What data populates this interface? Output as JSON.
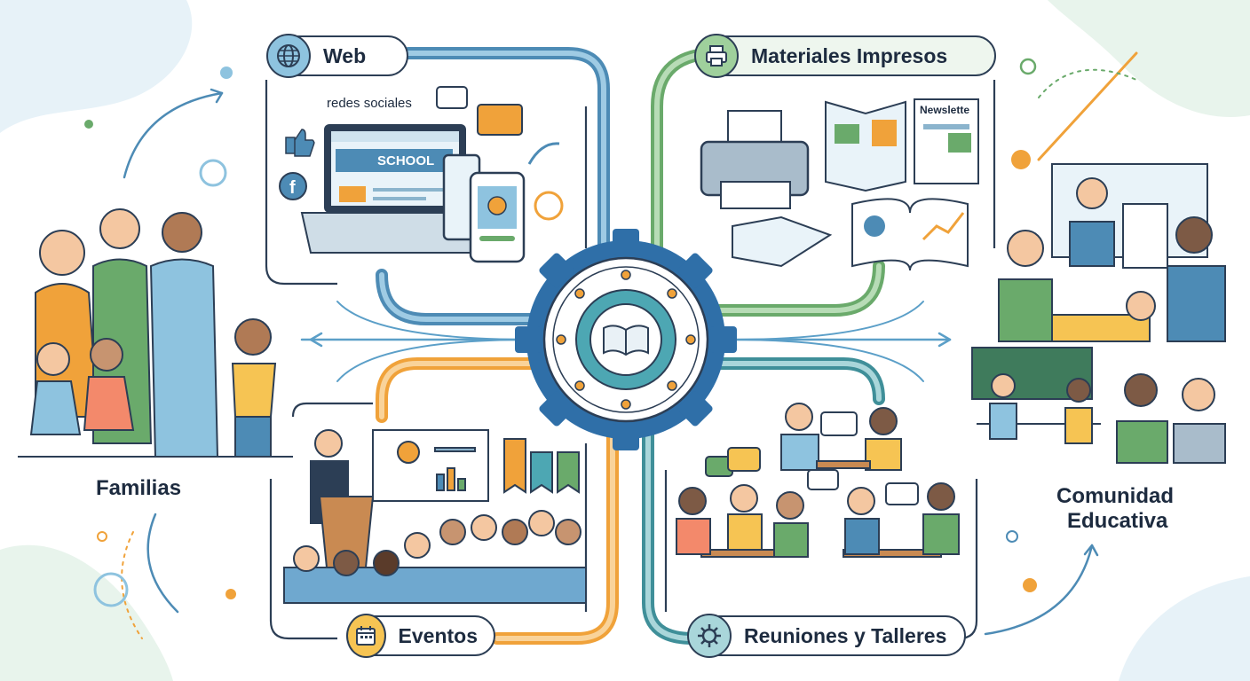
{
  "nodes": {
    "familias": {
      "label": "Familias"
    },
    "comunidad": {
      "label_line1": "Comunidad",
      "label_line2": "Educativa"
    },
    "web": {
      "label": "Web",
      "icon": "globe-icon"
    },
    "materiales": {
      "label": "Materiales Impresos",
      "icon": "printer-icon"
    },
    "eventos": {
      "label": "Eventos",
      "icon": "calendar-icon"
    },
    "reuniones": {
      "label": "Reuniones y Talleres",
      "icon": "gear-icon"
    }
  },
  "web_panel": {
    "social_label": "redes sociales",
    "screen_text": "SCHOOL"
  },
  "print_panel": {
    "newsletter_text": "Newslette"
  },
  "colors": {
    "blue": "#4d8bb5",
    "light_blue": "#8ec3df",
    "green": "#6aaa6b",
    "orange": "#f0a23a",
    "teal": "#3f8f99",
    "dark": "#2c3e55",
    "gear": "#2f6fa8"
  }
}
